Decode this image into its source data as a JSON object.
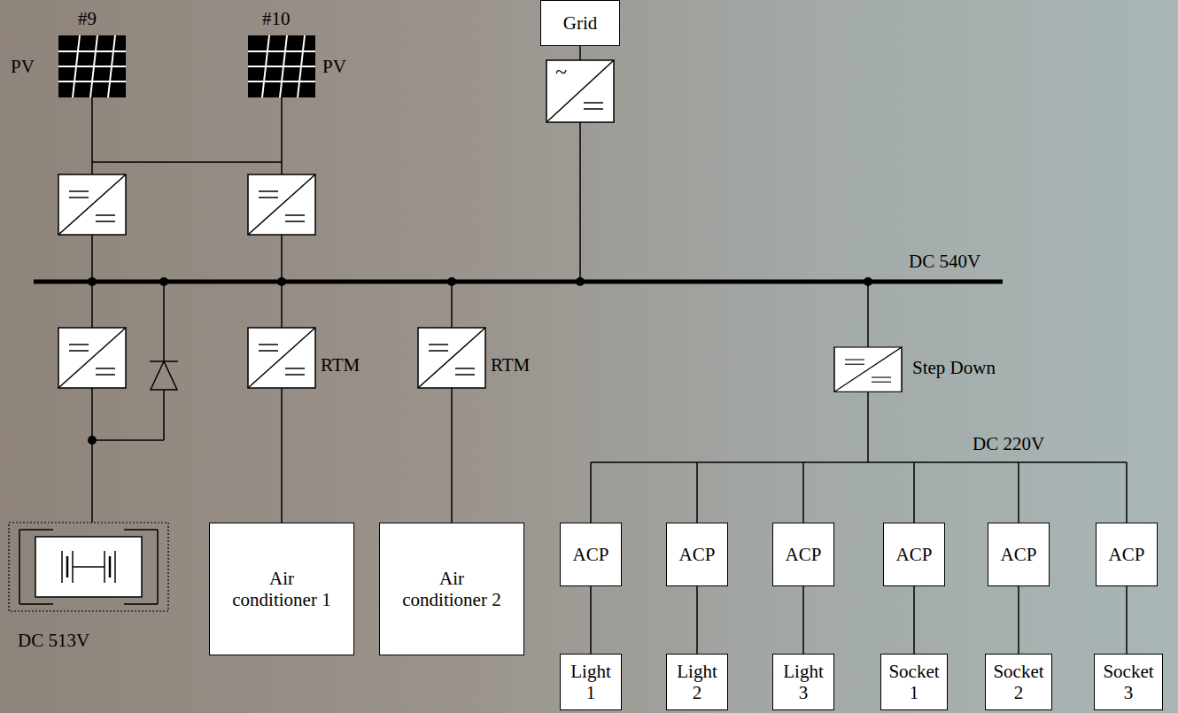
{
  "diagram": {
    "nodes": [
      {
        "text": [
          "Grid"
        ]
      },
      {
        "text": [
          "Air conditioner 1"
        ]
      },
      {
        "text": [
          "Air conditioner 2"
        ]
      },
      {
        "text": [
          "ACP"
        ]
      },
      {
        "text": [
          "ACP"
        ]
      },
      {
        "text": [
          "ACP"
        ]
      },
      {
        "text": [
          "ACP"
        ]
      },
      {
        "text": [
          "ACP"
        ]
      },
      {
        "text": [
          "ACP"
        ]
      },
      {
        "text": [
          "Light 1"
        ]
      },
      {
        "text": [
          "Light 2"
        ]
      },
      {
        "text": [
          "Light 3"
        ]
      },
      {
        "text": [
          "Socket 1"
        ]
      },
      {
        "text": [
          "Socket 2"
        ]
      },
      {
        "text": [
          "Socket 3"
        ]
      }
    ],
    "edges": [
      {
        "from": 3,
        "to": 9,
        "arrow": "none"
      },
      {
        "from": 4,
        "to": 10,
        "arrow": "none"
      },
      {
        "from": 5,
        "to": 11,
        "arrow": "none"
      },
      {
        "from": 6,
        "to": 12,
        "arrow": "none"
      },
      {
        "from": 7,
        "to": 13,
        "arrow": "none"
      },
      {
        "from": 8,
        "to": 14,
        "arrow": "none"
      }
    ],
    "labels": [
      "#9",
      "#10",
      "PV",
      "PV",
      "~",
      "DC 540V",
      "RTM",
      "RTM",
      "Step Down",
      "DC 220V",
      "DC 513V"
    ]
  }
}
